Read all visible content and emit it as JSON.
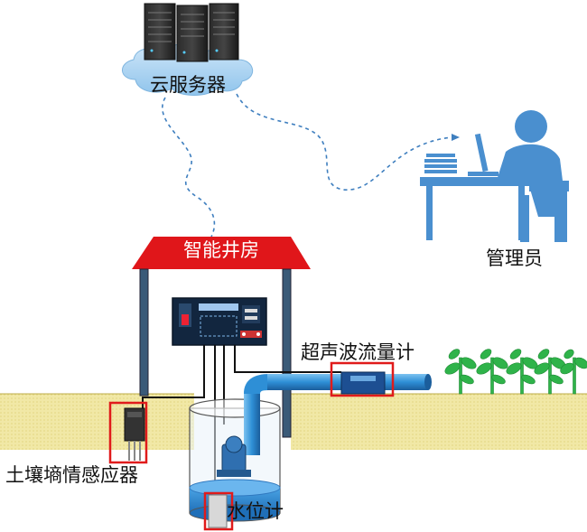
{
  "labels": {
    "cloud_server": "云服务器",
    "administrator": "管理员",
    "well_house": "智能井房",
    "flowmeter": "超声波流量计",
    "soil_sensor": "土壤墒情感应器",
    "water_level": "水位计"
  },
  "colors": {
    "roof_red": "#e0161a",
    "pipe_blue": "#2e8fd6",
    "admin_blue": "#4a8fcf",
    "highlight_box": "#e01b1b",
    "ground": "#f1e8a6",
    "plant_green": "#2fb34a",
    "dashed_link": "#3f7fbf"
  },
  "icons": [
    "server-rack-icon",
    "cloud-icon",
    "person-at-laptop-icon",
    "plant-icon",
    "pump-motor-icon"
  ]
}
